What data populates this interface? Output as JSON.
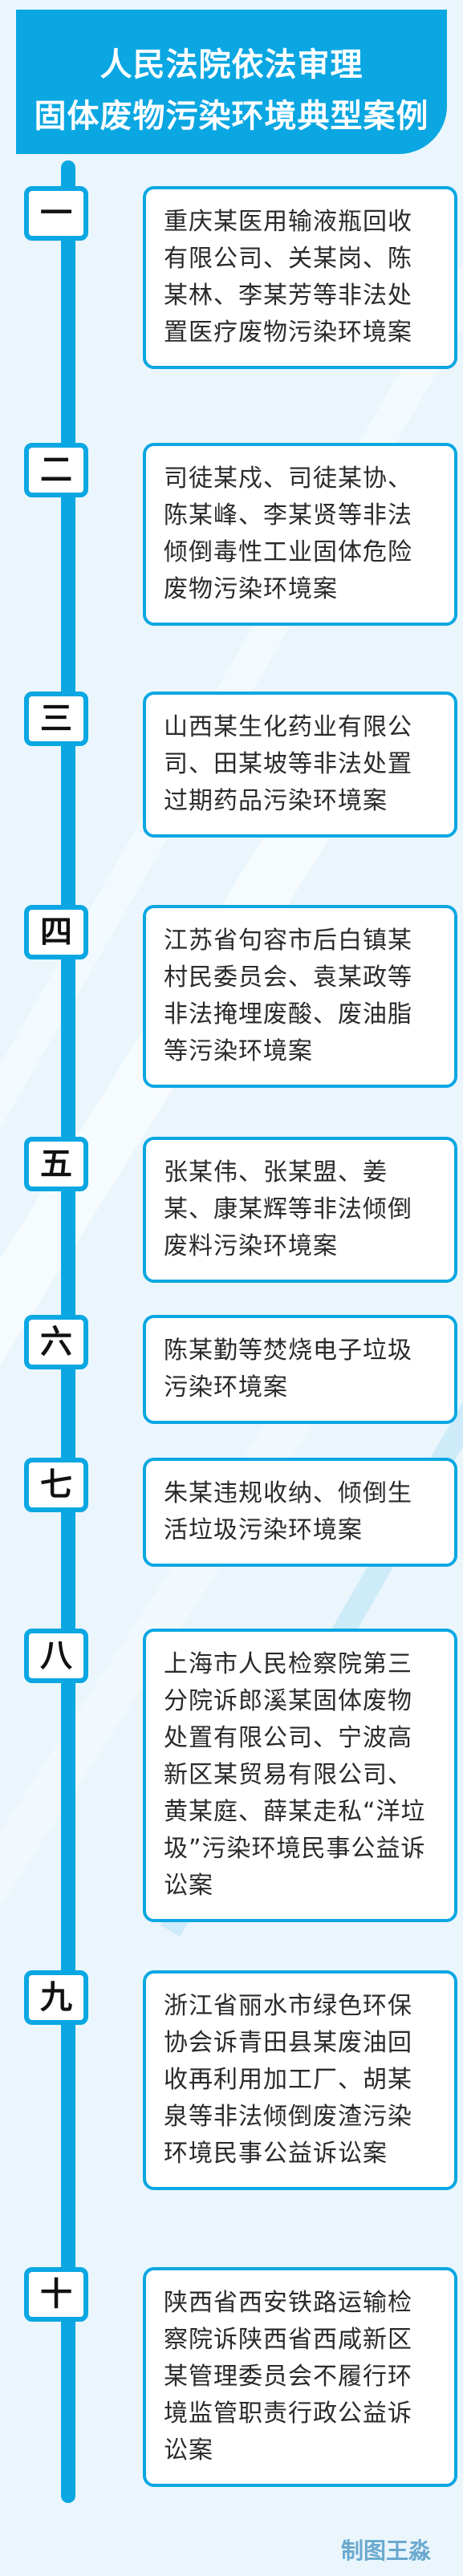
{
  "header": {
    "title_line1": "人民法院依法审理",
    "title_line2": "固体废物污染环境典型案例"
  },
  "cases": [
    {
      "number": "一",
      "title": "重庆某医用输液瓶回收有限公司、关某岗、陈某林、李某芳等非法处置医疗废物污染环境案"
    },
    {
      "number": "二",
      "title": "司徒某戍、司徒某协、陈某峰、李某贤等非法倾倒毒性工业固体危险废物污染环境案"
    },
    {
      "number": "三",
      "title": "山西某生化药业有限公司、田某坡等非法处置过期药品污染环境案"
    },
    {
      "number": "四",
      "title": "江苏省句容市后白镇某村民委员会、袁某政等非法掩埋废酸、废油脂等污染环境案"
    },
    {
      "number": "五",
      "title": "张某伟、张某盟、姜某、康某辉等非法倾倒废料污染环境案"
    },
    {
      "number": "六",
      "title": "陈某勤等焚烧电子垃圾污染环境案"
    },
    {
      "number": "七",
      "title": "朱某违规收纳、倾倒生活垃圾污染环境案"
    },
    {
      "number": "八",
      "title": "上海市人民检察院第三分院诉郎溪某固体废物处置有限公司、宁波高新区某贸易有限公司、黄某庭、薛某走私“洋垃圾”污染环境民事公益诉讼案"
    },
    {
      "number": "九",
      "title": "浙江省丽水市绿色环保协会诉青田县某废油回收再利用加工厂、胡某泉等非法倾倒废渣污染环境民事公益诉讼案"
    },
    {
      "number": "十",
      "title": "陕西省西安铁路运输检察院诉陕西省西咸新区某管理委员会不履行环境监管职责行政公益诉讼案"
    }
  ],
  "credit": "制图王淼",
  "colors": {
    "accent": "#0aa7e2",
    "background": "#eaf6fc",
    "text": "#2a2a2a",
    "credit": "#6aa9cf"
  }
}
